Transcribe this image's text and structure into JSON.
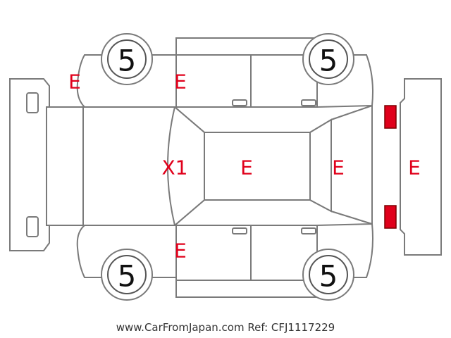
{
  "colors": {
    "damage_mark": "#e0001b",
    "front_lamp": "#f2ea00",
    "rear_lamp": "#e0001b",
    "outline": "#7a7a7a"
  },
  "tyres": {
    "front_left": "5",
    "rear_left": "5",
    "front_right": "5",
    "rear_right": "5"
  },
  "marks": {
    "front_left_fender": "E",
    "front_left_door": "E",
    "front_right_door": "E",
    "windshield": "X1",
    "roof": "E",
    "rear_window": "E",
    "rear_bumper": "E"
  },
  "footer": {
    "caption": "www.CarFromJapan.com Ref: CFJ1117229"
  }
}
